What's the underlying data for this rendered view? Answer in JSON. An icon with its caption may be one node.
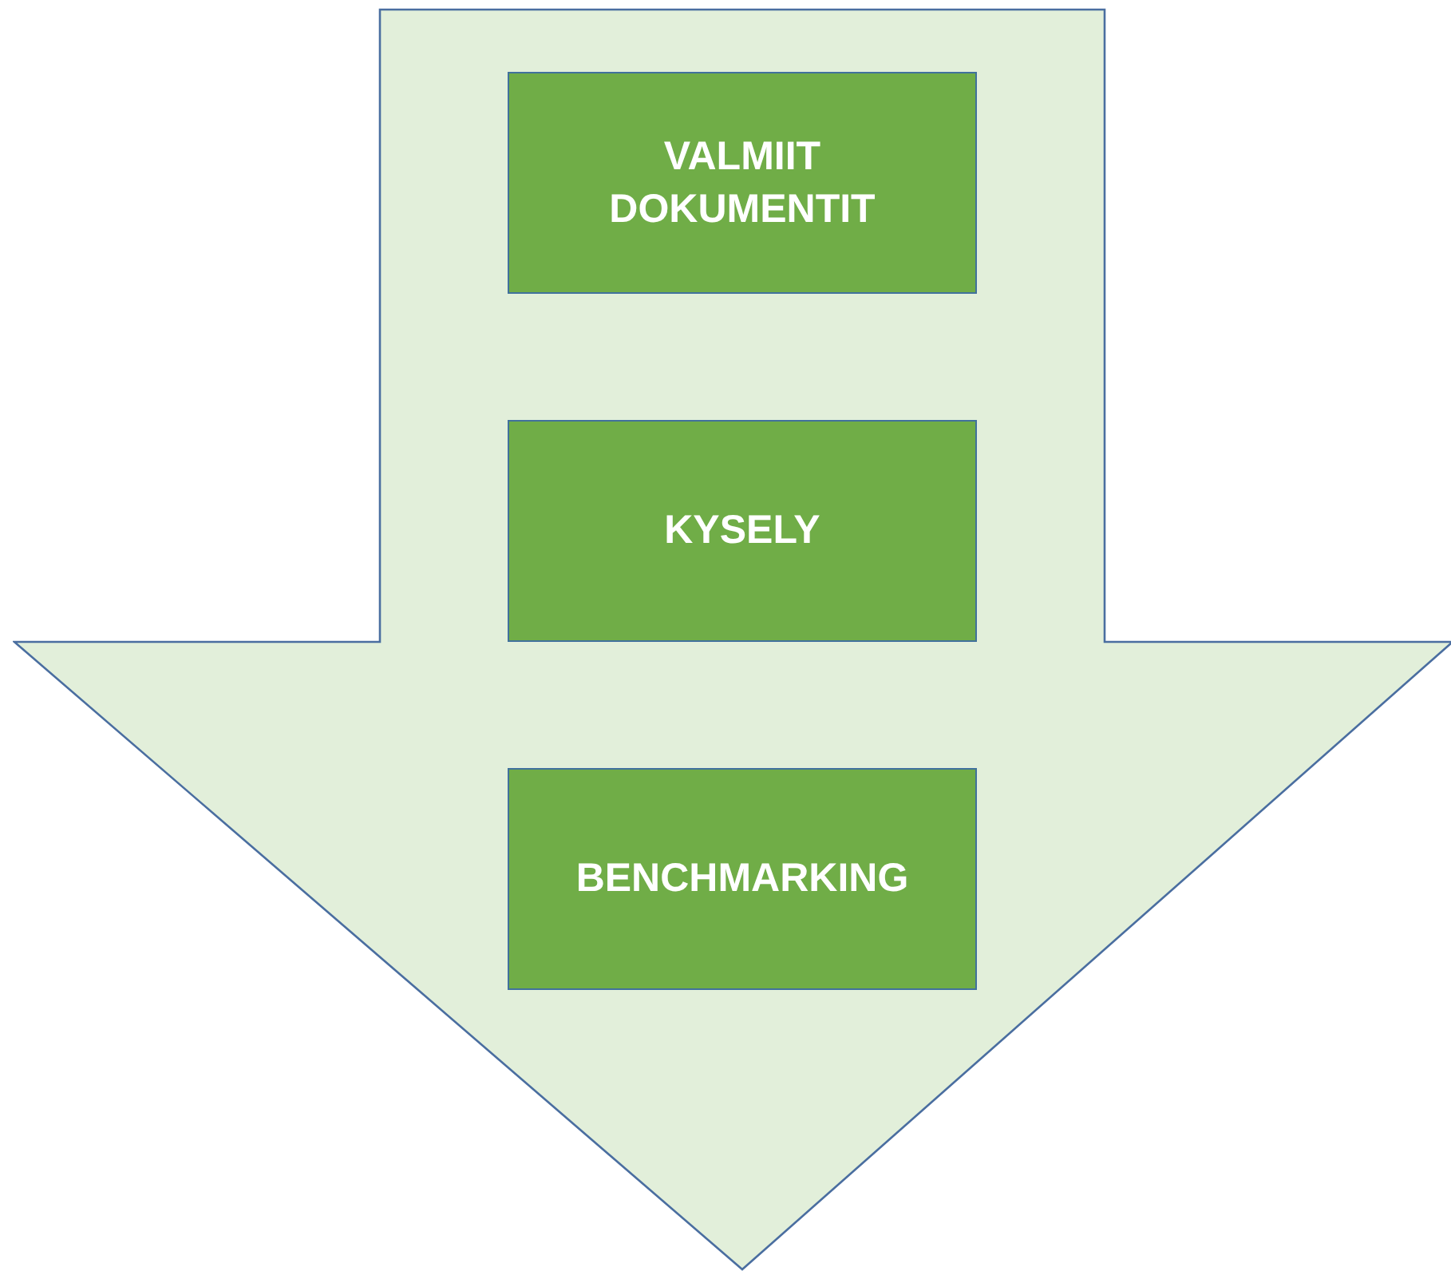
{
  "diagram": {
    "nodes": [
      {
        "text": [],
        "shape": "arrow"
      },
      {
        "text": [
          "VALMIIT DOKUMENTIT"
        ],
        "in": 0
      },
      {
        "text": [
          "KYSELY"
        ],
        "in": 0
      },
      {
        "text": [
          "BENCHMARKING"
        ],
        "in": 0
      }
    ]
  }
}
